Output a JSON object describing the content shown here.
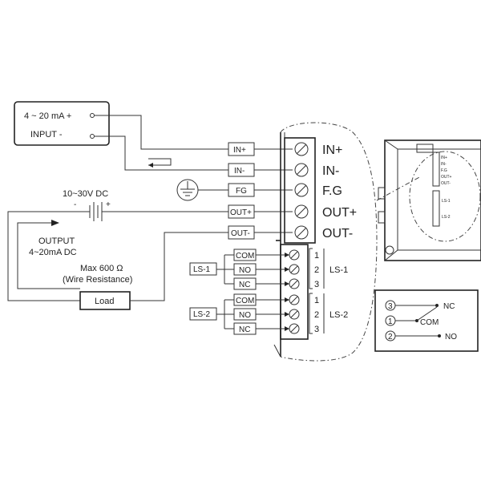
{
  "source": {
    "line1": "4 ~ 20 mA +",
    "line2": "INPUT  -"
  },
  "supply": {
    "voltage": "10~30V DC",
    "minus": "-",
    "plus": "+"
  },
  "output": {
    "line1": "OUTPUT",
    "line2": "4~20mA DC"
  },
  "resistance": {
    "line1": "Max 600 Ω",
    "line2": "(Wire Resistance)"
  },
  "load_label": "Load",
  "wire_tags": [
    "IN+",
    "IN-",
    "FG",
    "OUT+",
    "OUT-"
  ],
  "terminal_labels": [
    "IN+",
    "IN-",
    "F.G",
    "OUT+",
    "OUT-"
  ],
  "switch_groups": [
    {
      "name": "LS-1",
      "contacts": [
        "COM",
        "NO",
        "NC"
      ],
      "numbers": [
        "1",
        "2",
        "3"
      ]
    },
    {
      "name": "LS-2",
      "contacts": [
        "COM",
        "NO",
        "NC"
      ],
      "numbers": [
        "1",
        "2",
        "3"
      ]
    }
  ],
  "enclosure_terminals": [
    "IN+",
    "IN-",
    "F.G",
    "OUT+",
    "OUT-"
  ],
  "contact_legend": {
    "items": [
      {
        "num": "3",
        "label": "NC"
      },
      {
        "num": "1",
        "label": "COM"
      },
      {
        "num": "2",
        "label": "NO"
      }
    ]
  }
}
